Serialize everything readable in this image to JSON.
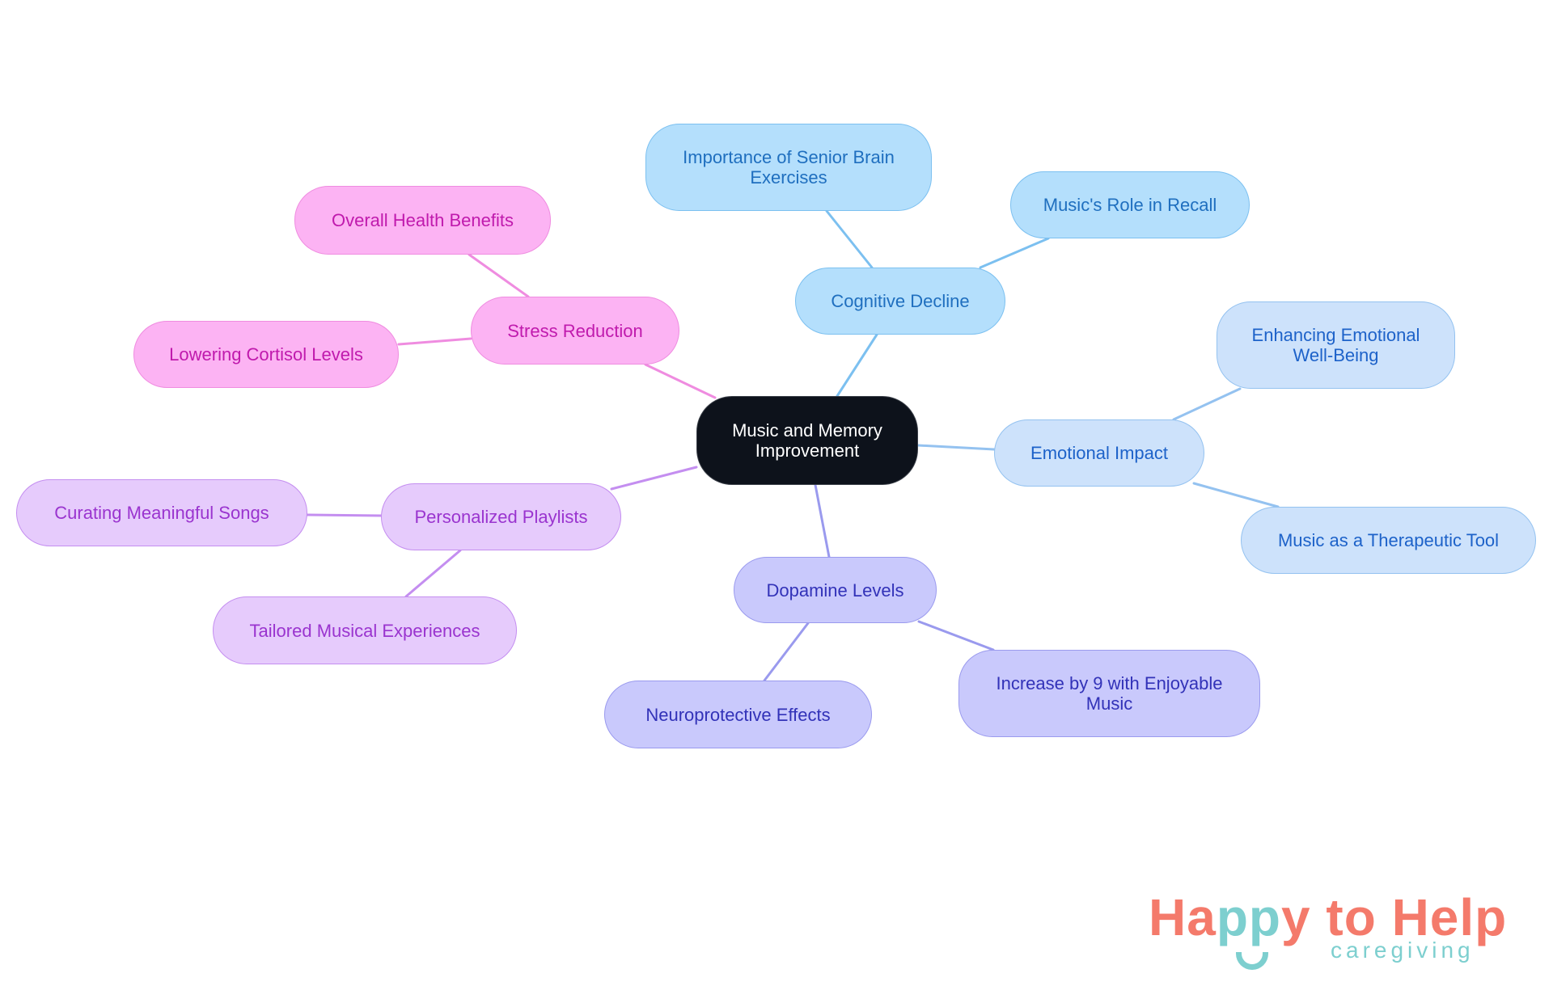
{
  "colors": {
    "root_fill": "#0d121b",
    "cognitive_fill": "#b4dffc",
    "cognitive_text": "#1f6fbf",
    "cognitive_edge": "#7cc0f0",
    "emotional_fill": "#cde2fb",
    "emotional_text": "#1d62c9",
    "emotional_edge": "#94c2f0",
    "dopamine_fill": "#c9c9fc",
    "dopamine_text": "#3232b8",
    "dopamine_edge": "#9a9aee",
    "playlists_fill": "#e6cbfc",
    "playlists_text": "#9a34cf",
    "playlists_edge": "#c48ef0",
    "stress_fill": "#fcb3f3",
    "stress_text": "#c01aad",
    "stress_edge": "#ef8ce0",
    "logo_coral": "#f47a6b",
    "logo_teal": "#7dcfcf"
  },
  "mindmap": {
    "root": {
      "line1": "Music and Memory",
      "line2": "Improvement"
    },
    "branches": [
      {
        "label": "Cognitive Decline",
        "children": [
          {
            "line1": "Importance of Senior Brain",
            "line2": "Exercises"
          },
          {
            "line1": "Music's Role in Recall"
          }
        ]
      },
      {
        "label": "Emotional Impact",
        "children": [
          {
            "line1": "Enhancing Emotional",
            "line2": "Well-Being"
          },
          {
            "line1": "Music as a Therapeutic Tool"
          }
        ]
      },
      {
        "label": "Dopamine Levels",
        "children": [
          {
            "line1": "Increase by 9 with Enjoyable",
            "line2": "Music"
          },
          {
            "line1": "Neuroprotective Effects"
          }
        ]
      },
      {
        "label": "Personalized Playlists",
        "children": [
          {
            "line1": "Curating Meaningful Songs"
          },
          {
            "line1": "Tailored Musical Experiences"
          }
        ]
      },
      {
        "label": "Stress Reduction",
        "children": [
          {
            "line1": "Overall Health Benefits"
          },
          {
            "line1": "Lowering Cortisol Levels"
          }
        ]
      }
    ]
  },
  "logo": {
    "part1": "Ha",
    "part2": "pp",
    "part3": "y to Help",
    "tagline": "caregiving"
  }
}
